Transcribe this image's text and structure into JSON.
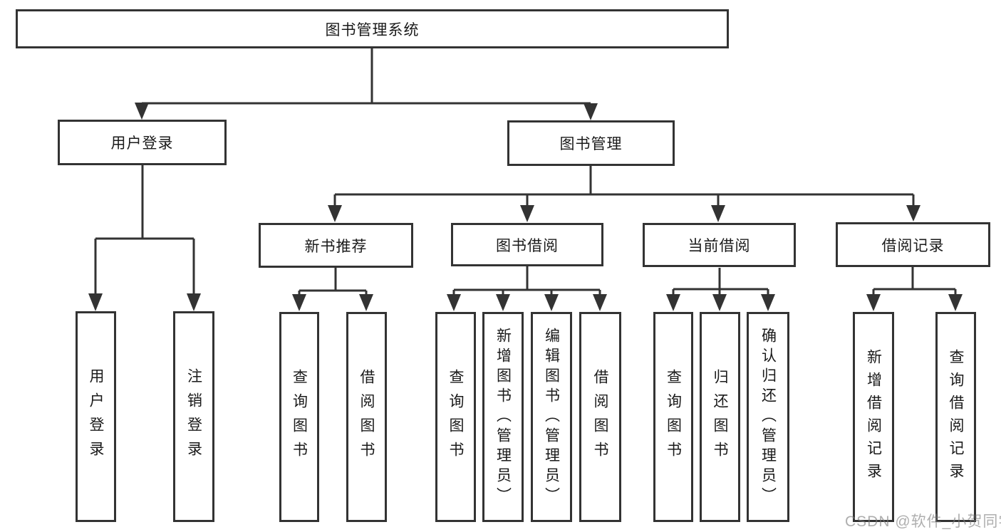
{
  "watermark": "CSDN @软件_小贺同学",
  "colors": {
    "line": "#333333",
    "box_border": "#333333",
    "text": "#1a1a1a",
    "watermark_gray": "#7d7d7d",
    "background": "#ffffff"
  },
  "tree": {
    "label": "图书管理系统",
    "children": [
      {
        "label": "用户登录",
        "children": [
          {
            "label": "用户登录"
          },
          {
            "label": "注销登录"
          }
        ]
      },
      {
        "label": "图书管理",
        "children": [
          {
            "label": "新书推荐",
            "children": [
              {
                "label": "查询图书"
              },
              {
                "label": "借阅图书"
              }
            ]
          },
          {
            "label": "图书借阅",
            "children": [
              {
                "label": "查询图书"
              },
              {
                "label": "新增图书（管理员）"
              },
              {
                "label": "编辑图书（管理员）"
              },
              {
                "label": "借阅图书"
              }
            ]
          },
          {
            "label": "当前借阅",
            "children": [
              {
                "label": "查询图书"
              },
              {
                "label": "归还图书"
              },
              {
                "label": "确认归还（管理员）"
              }
            ]
          },
          {
            "label": "借阅记录",
            "children": [
              {
                "label": "新增借阅记录"
              },
              {
                "label": "查询借阅记录"
              }
            ]
          }
        ]
      }
    ]
  }
}
